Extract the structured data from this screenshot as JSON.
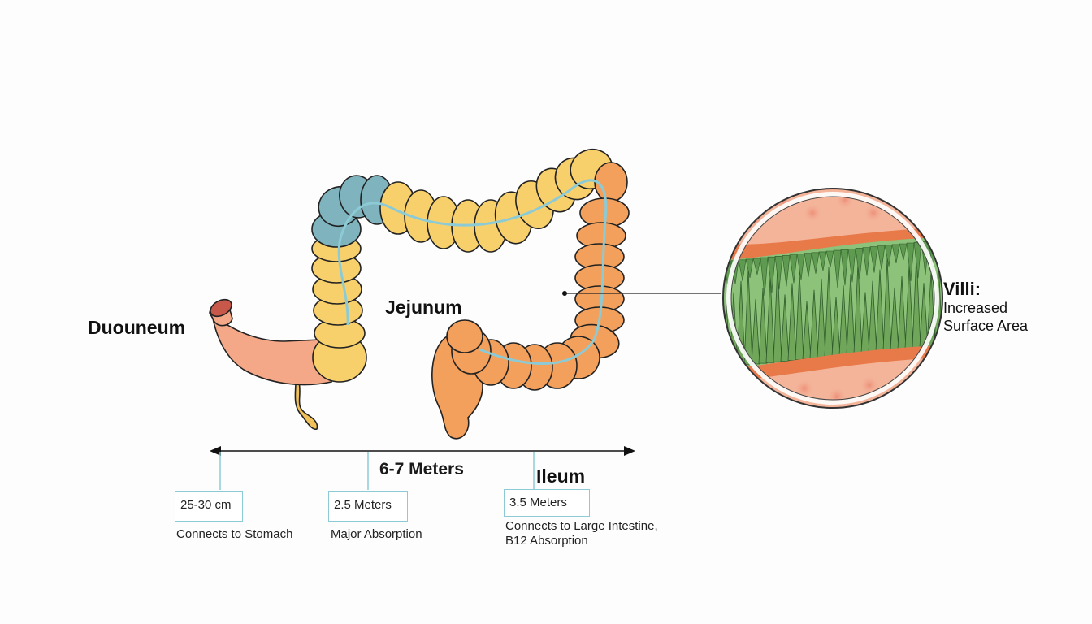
{
  "segments": {
    "duodenum": "Duouneum",
    "jejunum": "Jejunum",
    "ileum": "Ileum"
  },
  "total_length": "6-7 Meters",
  "measurements": [
    {
      "length": "25-30 cm",
      "note": "Connects to Stomach"
    },
    {
      "length": "2.5 Meters",
      "note": "Major Absorption"
    },
    {
      "length": "3.5 Meters",
      "note": "Connects to Large Intestine,",
      "note2": "B12 Absorption"
    }
  ],
  "villi": {
    "title": "Villi:",
    "line1": "Increased",
    "line2": "Surface Area"
  },
  "colors": {
    "duodenum": "#f4a888",
    "jejunum_teal": "#7fb3bd",
    "jejunum_yellow": "#f7d06c",
    "ileum": "#f2a05c",
    "villi_green": "#6fa65a",
    "accent_line": "#8ccbd6"
  }
}
